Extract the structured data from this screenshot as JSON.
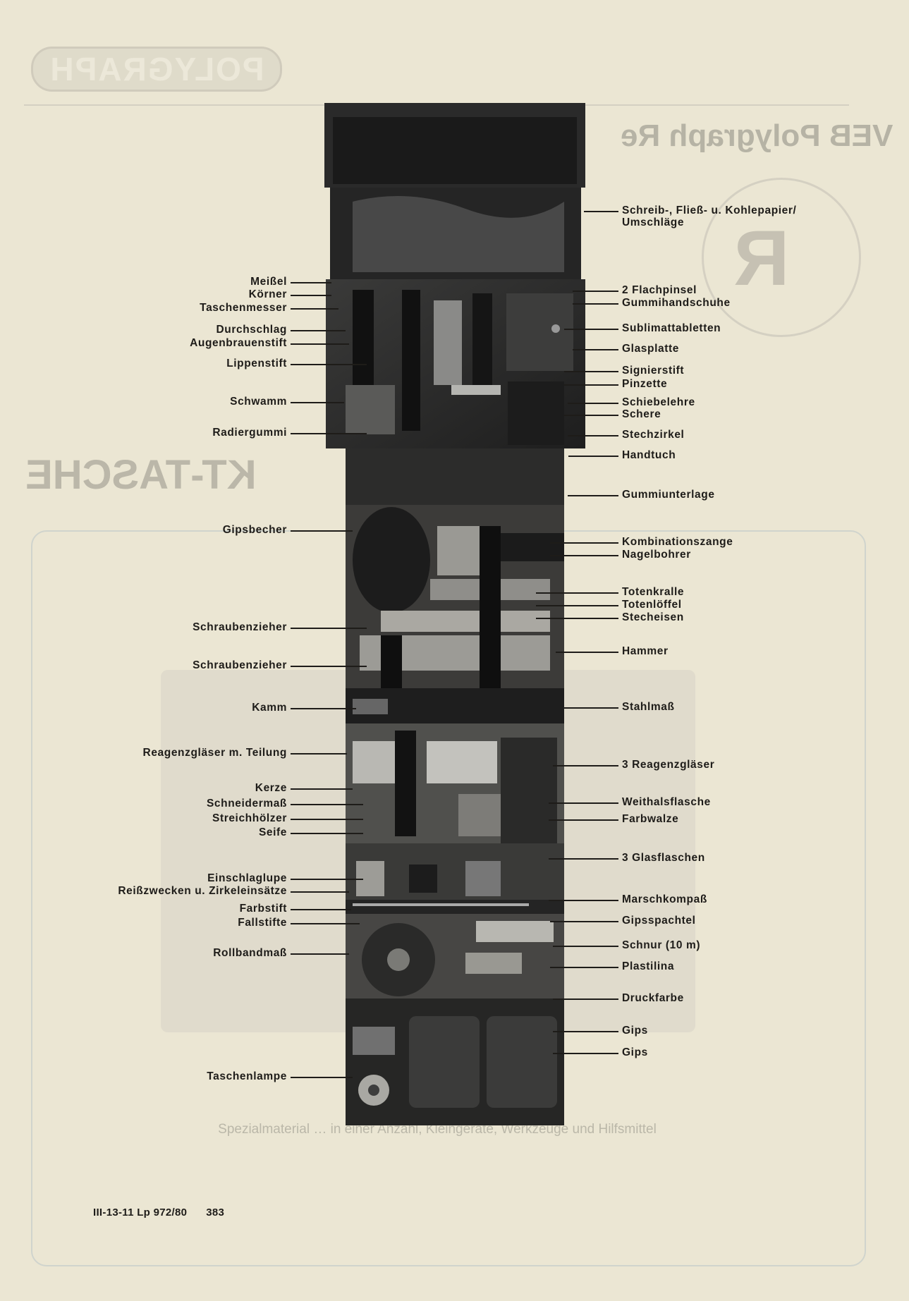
{
  "ghost": {
    "brand": "POLYGRAPH",
    "company": "VEB Polygraph Re",
    "heading": "KT-TASCHE",
    "caption": "Spezialmaterial … in einer Anzahl, Kleingeräte, Werkzeuge und Hilfsmittel"
  },
  "footer": {
    "code": "III-13-11 Lp 972/80",
    "number": "383"
  },
  "labels_left": [
    {
      "text": "Meißel"
    },
    {
      "text": "Körner"
    },
    {
      "text": "Taschenmesser"
    },
    {
      "text": "Durchschlag"
    },
    {
      "text": "Augenbrauenstift"
    },
    {
      "text": "Lippenstift"
    },
    {
      "text": "Schwamm"
    },
    {
      "text": "Radiergummi"
    },
    {
      "text": "Gipsbecher"
    },
    {
      "text": "Schraubenzieher"
    },
    {
      "text": "Schraubenzieher"
    },
    {
      "text": "Kamm"
    },
    {
      "text": "Reagenzgläser m. Teilung"
    },
    {
      "text": "Kerze"
    },
    {
      "text": "Schneidermaß"
    },
    {
      "text": "Streichhölzer"
    },
    {
      "text": "Seife"
    },
    {
      "text": "Einschlaglupe"
    },
    {
      "text": "Reißzwecken u. Zirkeleinsätze"
    },
    {
      "text": "Farbstift"
    },
    {
      "text": "Fallstifte"
    },
    {
      "text": "Rollbandmaß"
    },
    {
      "text": "Taschenlampe"
    }
  ],
  "labels_right": [
    {
      "text": "Schreib-, Fließ- u. Kohlepapier/ Umschläge"
    },
    {
      "text": "2 Flachpinsel"
    },
    {
      "text": "Gummihandschuhe"
    },
    {
      "text": "Sublimattabletten"
    },
    {
      "text": "Glasplatte"
    },
    {
      "text": "Signierstift"
    },
    {
      "text": "Pinzette"
    },
    {
      "text": "Schiebelehre"
    },
    {
      "text": "Schere"
    },
    {
      "text": "Stechzirkel"
    },
    {
      "text": "Handtuch"
    },
    {
      "text": "Gummiunterlage"
    },
    {
      "text": "Kombinationszange"
    },
    {
      "text": "Nagelbohrer"
    },
    {
      "text": "Totenkralle"
    },
    {
      "text": "Totenlöffel"
    },
    {
      "text": "Stecheisen"
    },
    {
      "text": "Hammer"
    },
    {
      "text": "Stahlmaß"
    },
    {
      "text": "3 Reagenzgläser"
    },
    {
      "text": "Weithalsflasche"
    },
    {
      "text": "Farbwalze"
    },
    {
      "text": "3 Glasflaschen"
    },
    {
      "text": "Marschkompaß"
    },
    {
      "text": "Gipsspachtel"
    },
    {
      "text": "Schnur (10 m)"
    },
    {
      "text": "Plastilina"
    },
    {
      "text": "Druckfarbe"
    },
    {
      "text": "Gips"
    },
    {
      "text": "Gips"
    }
  ]
}
